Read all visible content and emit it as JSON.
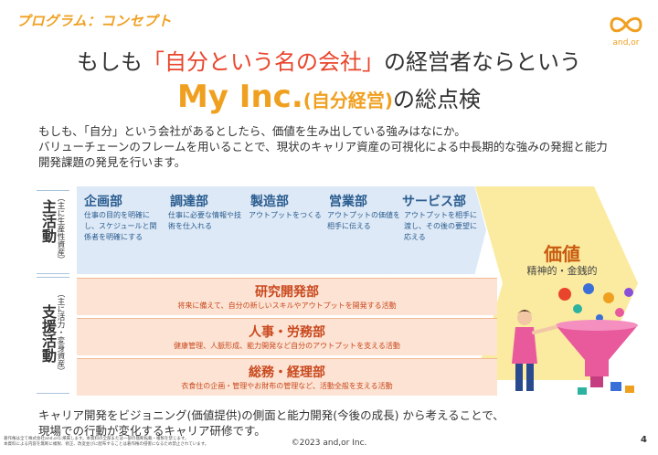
{
  "header": {
    "program_label": "プログラム：コンセプト",
    "logo_text": "and,or",
    "title_line1_pre": "もしも",
    "title_line1_highlight": "「自分という名の会社」",
    "title_line1_post": "の経営者ならという",
    "title_myinc": "My Inc.",
    "title_jibun": "(自分経営)",
    "title_line2_post": "の総点検"
  },
  "intro": {
    "line1": "もしも、「自分」という会社があるとしたら、価値を生み出している強みはなにか。",
    "line2": "バリューチェーンのフレームを用いることで、現状のキャリア資産の可視化による中長期的な強みの発掘と能力",
    "line3": "開発課題の発見を行います。"
  },
  "primary": {
    "label": "主活動",
    "sub_label": "（主に生産性資産）",
    "chevrons": [
      {
        "title": "企画部",
        "desc": "仕事の目的を明確にし、スケジュールと関係者を明確にする"
      },
      {
        "title": "調達部",
        "desc": "仕事に必要な情報や技術を仕入れる"
      },
      {
        "title": "製造部",
        "desc": "アウトプットをつくる"
      },
      {
        "title": "営業部",
        "desc": "アウトプットの価値を相手に伝える"
      },
      {
        "title": "サービス部",
        "desc": "アウトプットを相手に渡し、その後の要望に応える"
      }
    ]
  },
  "support": {
    "label": "支援活動",
    "sub_label": "（主に活力・変身資産）",
    "bars": [
      {
        "title": "研究開発部",
        "desc": "将来に備えて、自分の新しいスキルやアウトプットを開発する活動"
      },
      {
        "title": "人事・労務部",
        "desc": "健康管理、人脈形成、能力開発など自分のアウトプットを支える活動"
      },
      {
        "title": "総務・経理部",
        "desc": "衣食住の企画・管理やお財布の管理など、活動全般を支える活動"
      }
    ]
  },
  "value": {
    "title": "価値",
    "sub": "精神的・金銭的"
  },
  "bottom": {
    "line1": "キャリア開発をビジョニング(価値提供)の側面と能力開発(今後の成長) から考えることで、",
    "line2": "現場での行動が変化するキャリア研修です。"
  },
  "footer": {
    "footnote1": "著作権は全て株式会社and,orに帰属します。本資料の全部または一部の無断転載・複製を禁じます。",
    "footnote2": "本資料による内容を無断に複製、修正、改変並びに配布することは著作権の侵害になるため禁止されています。",
    "copyright": "©2023 and,or Inc.",
    "page": "4"
  },
  "colors": {
    "accent": "#f0a020",
    "title_red": "#e8452c",
    "chevron_bg": "#dde9f6",
    "chevron_text": "#2a5c8f",
    "support_bg": "#fce3d3",
    "support_text": "#c9491f",
    "value_bg": "#fbeba0"
  }
}
